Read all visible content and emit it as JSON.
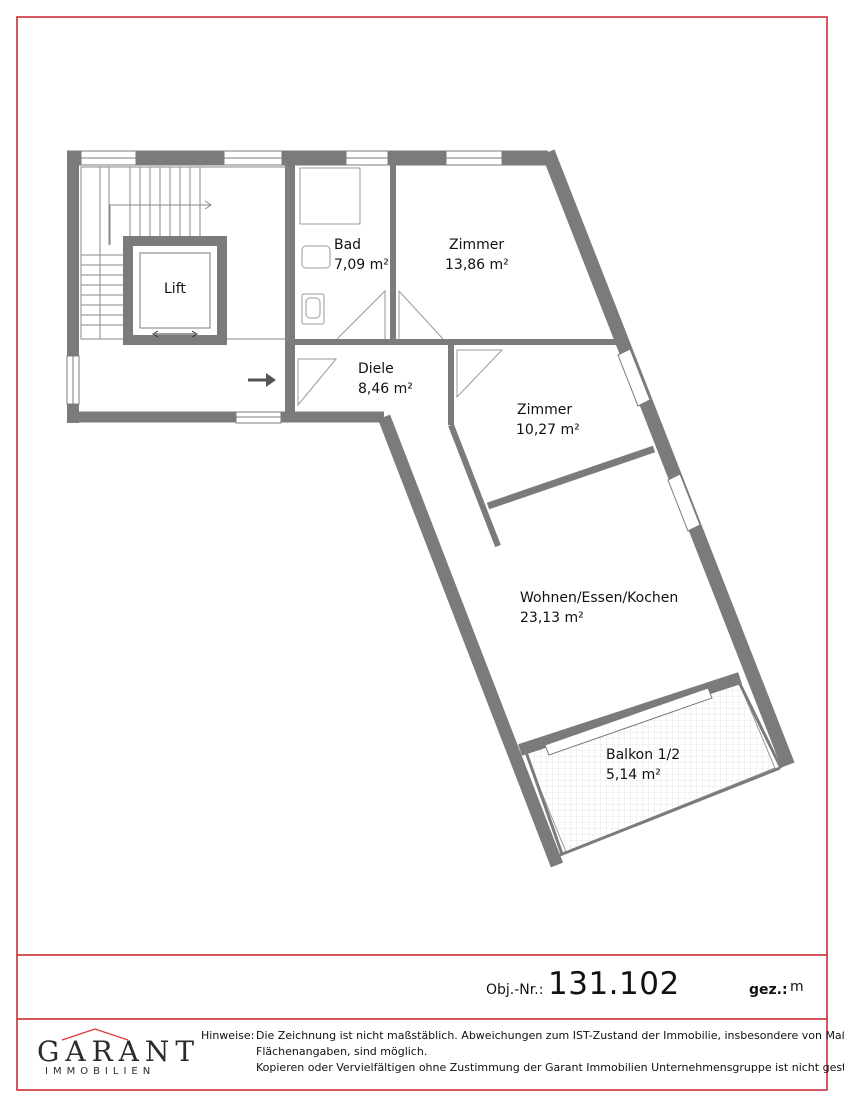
{
  "colors": {
    "wall": "#7b7b7b",
    "frame": "#c8202a",
    "text": "#111111"
  },
  "rooms": [
    {
      "name": "Lift",
      "area": ""
    },
    {
      "name": "Bad",
      "area": "7,09 m²"
    },
    {
      "name": "Zimmer",
      "area": "13,86 m²"
    },
    {
      "name": "Diele",
      "area": "8,46 m²"
    },
    {
      "name": "Zimmer",
      "area": "10,27 m²"
    },
    {
      "name": "Wohnen/Essen/Kochen",
      "area": "23,13 m²"
    },
    {
      "name": "Balkon 1/2",
      "area": "5,14 m²"
    }
  ],
  "title_block": {
    "obj_prefix": "Obj.-Nr.:",
    "obj_number": "131.102",
    "gez_label": "gez.:",
    "gez_value": "m"
  },
  "logo": {
    "main": "GARANT",
    "sub": "IMMOBILIEN"
  },
  "hint": {
    "label": "Hinweise:",
    "line1": "Die Zeichnung ist nicht maßstäblich. Abweichungen zum IST-Zustand der Immobilie, insbesondere von Maß- und",
    "line2": "Flächenangaben, sind möglich.",
    "line3": "Kopieren oder Vervielfältigen ohne Zustimmung der Garant Immobilien Unternehmensgruppe ist nicht gestattet!"
  }
}
